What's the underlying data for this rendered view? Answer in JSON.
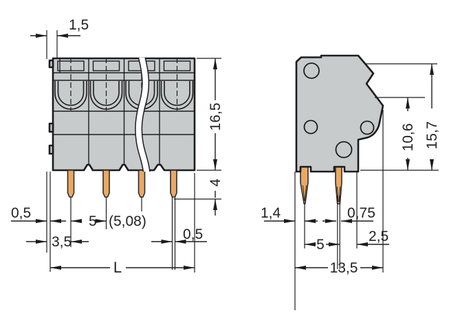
{
  "drawing": {
    "title": "terminal-block-dimension-drawing",
    "front_view": {
      "dim_end_gap": "1,5",
      "dim_height": "16,5",
      "dim_pin_length": "4",
      "dim_tab_width": "0,5",
      "dim_pitch": "5",
      "dim_pitch_alt": "(5,08)",
      "dim_pin_offset": "3,5",
      "dim_pin_width": "0,5",
      "dim_total_length": "L"
    },
    "side_view": {
      "dim_total_height": "15,7",
      "dim_upper_height": "10,6",
      "dim_edge_to_pin": "1,4",
      "dim_pin_thickness": "0,75",
      "dim_pin_spacing": "5",
      "dim_step_offset": "2,5",
      "dim_depth": "13,5"
    },
    "colors": {
      "background": "#ffffff",
      "body_fill": "#c7cbcc",
      "pin_fill": "#e9a964",
      "line": "#1c1c1c"
    }
  }
}
